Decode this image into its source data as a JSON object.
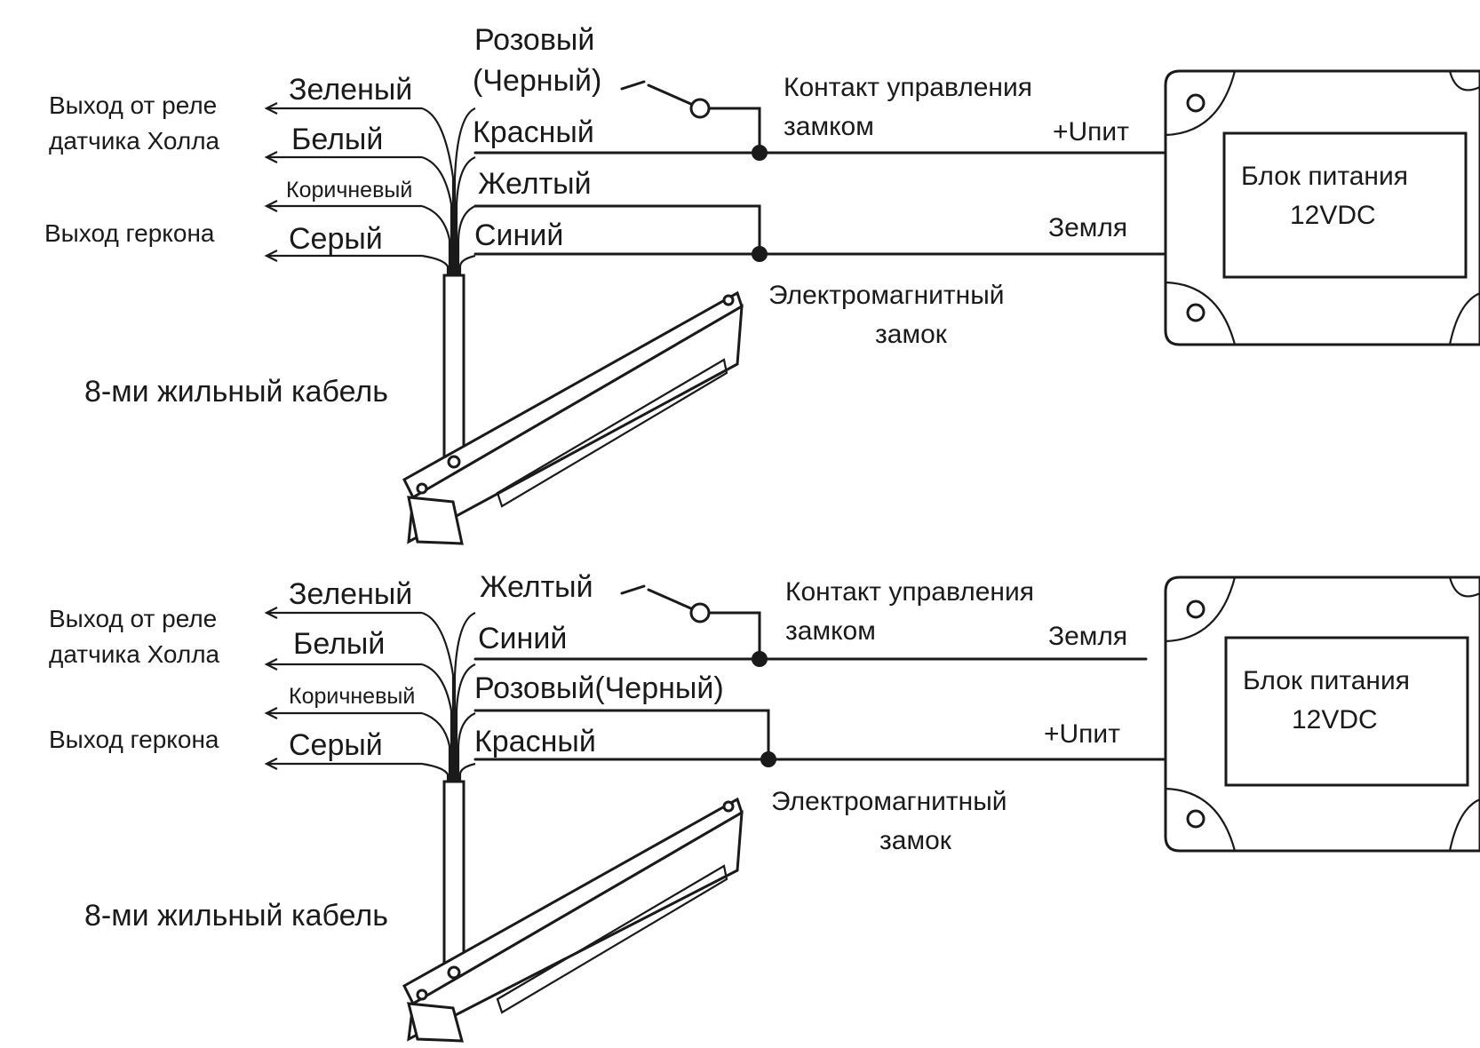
{
  "panels": [
    {
      "id": "top",
      "hall_output_label": [
        "Выход от реле",
        "датчика Холла"
      ],
      "reed_output_label": "Выход геркона",
      "left_wires": [
        "Зеленый",
        "Белый",
        "Коричневый",
        "Серый"
      ],
      "right_wires": [
        [
          "Розовый",
          "(Черный)"
        ],
        [
          "Красный"
        ],
        [
          "Желтый"
        ],
        [
          "Синий"
        ]
      ],
      "control_contact_label": [
        "Контакт управления",
        "замком"
      ],
      "supply_line_labels": [
        "+Uпит",
        "Земля"
      ],
      "lock_label": [
        "Электромагнитный",
        "замок"
      ],
      "cable_label": "8-ми жильный кабель",
      "psu_label": [
        "Блок питания",
        "12VDC"
      ]
    },
    {
      "id": "bottom",
      "hall_output_label": [
        "Выход от реле",
        "датчика Холла"
      ],
      "reed_output_label": "Выход геркона",
      "left_wires": [
        "Зеленый",
        "Белый",
        "Коричневый",
        "Серый"
      ],
      "right_wires": [
        [
          "Желтый"
        ],
        [
          "Синий"
        ],
        [
          "Розовый(Черный)"
        ],
        [
          "Красный"
        ]
      ],
      "control_contact_label": [
        "Контакт управления",
        "замком"
      ],
      "supply_line_labels": [
        "Земля",
        "+Uпит"
      ],
      "lock_label": [
        "Электромагнитный",
        "замок"
      ],
      "cable_label": "8-ми жильный кабель",
      "psu_label": [
        "Блок питания",
        "12VDC"
      ]
    }
  ]
}
